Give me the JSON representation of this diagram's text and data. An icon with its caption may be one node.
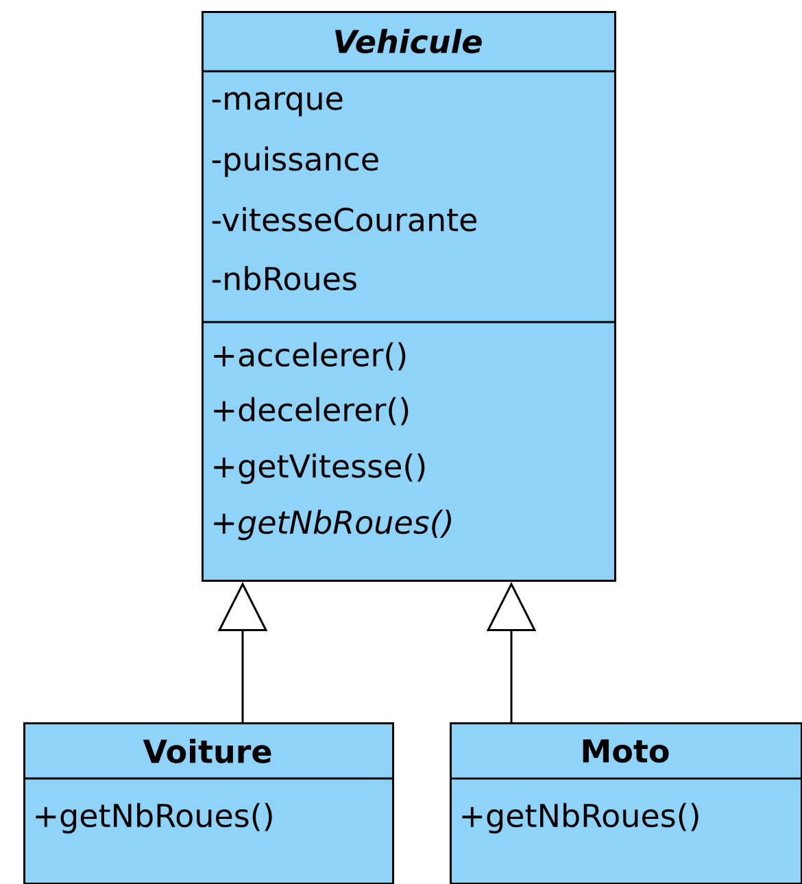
{
  "diagram": {
    "nodes": [
      {
        "text": [
          "*Vehicule*",
          "-marque",
          "-puissance",
          "-vitesseCourante",
          "-nbRoues",
          "+accelerer()",
          "+decelerer()",
          "+getVitesse()",
          "*+getNbRoues()*"
        ]
      },
      {
        "text": [
          "Voiture",
          "+getNbRoues()"
        ]
      },
      {
        "text": [
          "Moto",
          "+getNbRoues()"
        ]
      }
    ],
    "edges": [
      {
        "from": 1,
        "to": 0,
        "arrow": "to"
      },
      {
        "from": 2,
        "to": 0,
        "arrow": "to"
      }
    ]
  }
}
